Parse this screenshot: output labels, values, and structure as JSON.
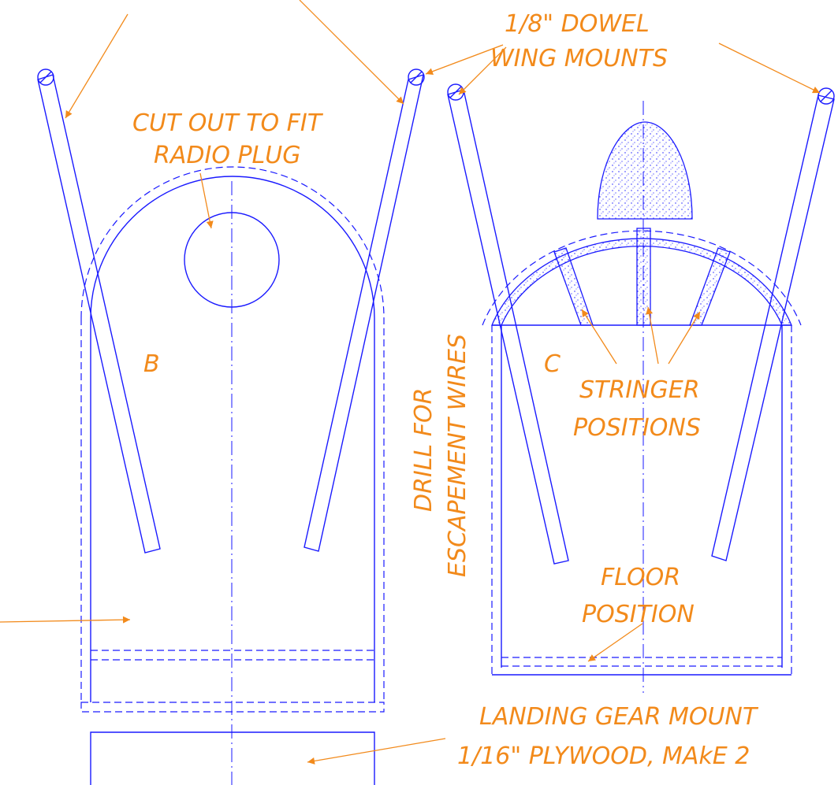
{
  "labels": {
    "dowel_line1": "1/8\" DOWEL",
    "dowel_line2": "WING MOUNTS",
    "cutout_line1": "CUT OUT TO FIT",
    "cutout_line2": "RADIO PLUG",
    "part_b": "B",
    "part_c": "C",
    "drill_line1": "DRILL FOR",
    "drill_line2": "ESCAPEMENT WIRES",
    "stringer_line1": "STRINGER",
    "stringer_line2": "POSITIONS",
    "floor_line1": "FLOOR",
    "floor_line2": "POSITION",
    "landing_line1": "LANDING GEAR MOUNT",
    "landing_line2": "1/16\" PLYWOOD, MAkE 2"
  },
  "colors": {
    "linework": "#1a1aff",
    "annotation": "#f28a1b"
  }
}
